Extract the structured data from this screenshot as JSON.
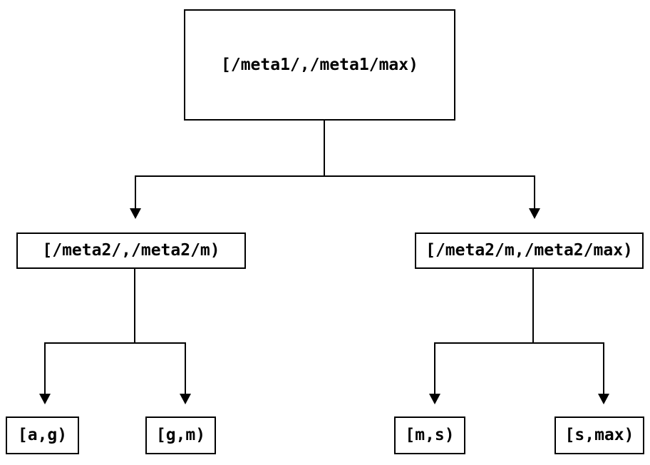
{
  "diagram": {
    "background": "#ffffff",
    "stroke_color": "#000000",
    "text_color": "#000000",
    "tree": {
      "root": {
        "label": "[/meta1/,/meta1/max)",
        "children": [
          {
            "label": "[/meta2/,/meta2/m)",
            "children": [
              {
                "label": "[a,g)"
              },
              {
                "label": "[g,m)"
              }
            ]
          },
          {
            "label": "[/meta2/m,/meta2/max)",
            "children": [
              {
                "label": "[m,s)"
              },
              {
                "label": "[s,max)"
              }
            ]
          }
        ]
      }
    }
  }
}
